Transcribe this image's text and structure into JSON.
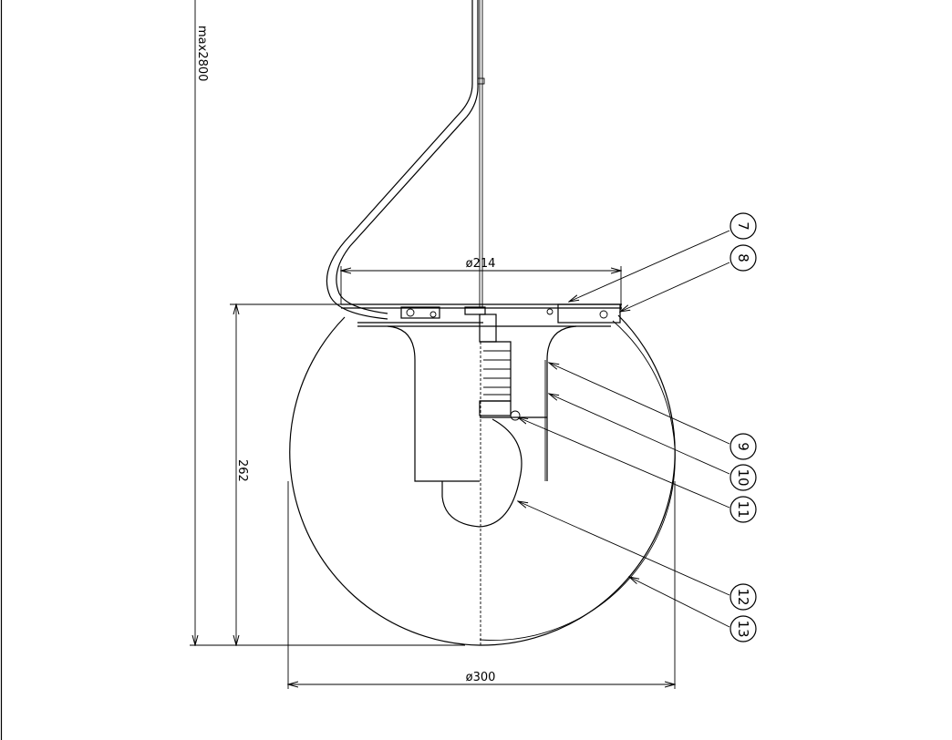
{
  "dimensions": {
    "cable_length": "max2800",
    "plate_diameter": "ø214",
    "height": "262",
    "globe_diameter": "ø300"
  },
  "callouts": [
    "7",
    "8",
    "9",
    "10",
    "11",
    "12",
    "13"
  ],
  "colors": {
    "line": "#000000",
    "background": "#ffffff"
  }
}
